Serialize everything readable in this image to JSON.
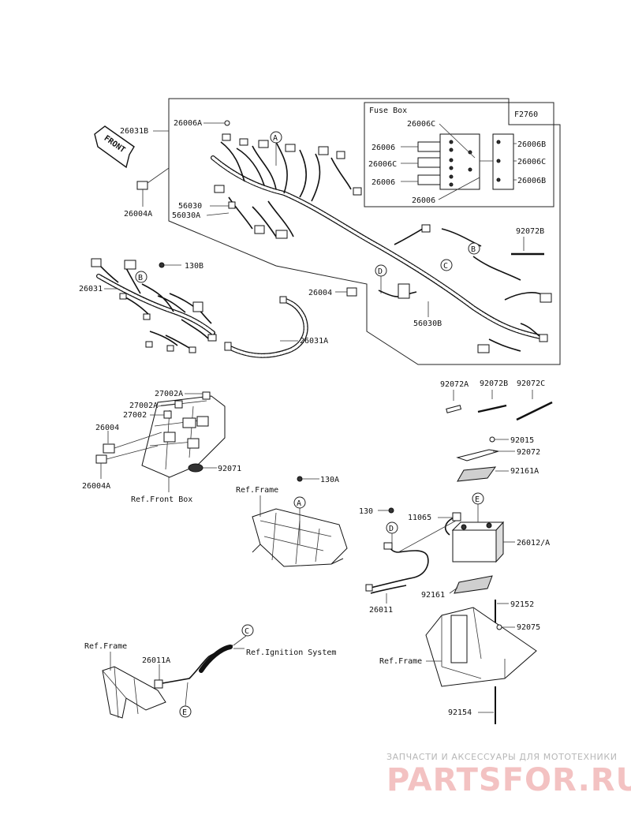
{
  "figure": {
    "ref_code": "F2760",
    "front_arrow": "FRONT",
    "fuse_box_title": "Fuse Box"
  },
  "labels": {
    "l_26031B": "26031B",
    "l_26006A": "26006A",
    "l_26004A_top": "26004A",
    "l_56030": "56030",
    "l_56030A": "56030A",
    "l_130B": "130B",
    "l_26031": "26031",
    "l_26004_mid": "26004",
    "l_56030B": "56030B",
    "l_26031A": "26031A",
    "l_92072B_top": "92072B",
    "l_fb_26006C_top": "26006C",
    "l_fb_26006_1": "26006",
    "l_fb_26006C_2": "26006C",
    "l_fb_26006_2": "26006",
    "l_fb_26006_bot": "26006",
    "l_fb_26006B_1": "26006B",
    "l_fb_26006C_r": "26006C",
    "l_fb_26006B_2": "26006B",
    "l_92072A": "92072A",
    "l_92072B": "92072B",
    "l_92072C": "92072C",
    "l_27002A_1": "27002A",
    "l_27002A_2": "27002A",
    "l_27002": "27002",
    "l_26004_lf": "26004",
    "l_26004A_lf": "26004A",
    "l_92071": "92071",
    "l_ref_front_box": "Ref.Front Box",
    "l_130A": "130A",
    "l_ref_frame_mid": "Ref.Frame",
    "l_92015": "92015",
    "l_92072": "92072",
    "l_92161A": "92161A",
    "l_130": "130",
    "l_11065": "11065",
    "l_26012A": "26012/A",
    "l_26011": "26011",
    "l_92161": "92161",
    "l_92152": "92152",
    "l_92075": "92075",
    "l_ref_frame_br": "Ref.Frame",
    "l_92154": "92154",
    "l_ref_frame_bl": "Ref.Frame",
    "l_26011A": "26011A",
    "l_ref_ignition": "Ref.Ignition System"
  },
  "callouts": {
    "a": "A",
    "b": "B",
    "c": "C",
    "d": "D",
    "e": "E"
  },
  "watermark": {
    "tagline": "ЗАПЧАСТИ И АКСЕССУАРЫ ДЛЯ МОТОТЕХНИКИ",
    "logo": "PARTSFOR.RU"
  }
}
